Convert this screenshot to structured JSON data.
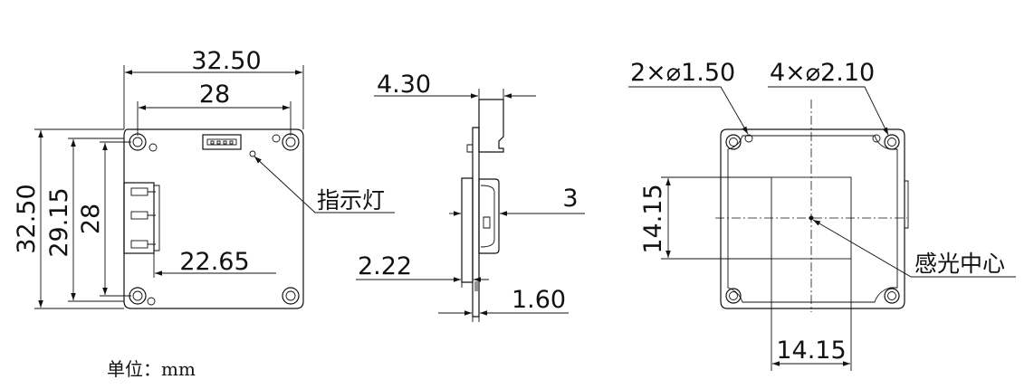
{
  "front_view": {
    "dim_width_outer": "32.50",
    "dim_width_holes": "28",
    "dim_height_outer": "32.50",
    "dim_height_mid": "29.15",
    "dim_height_holes": "28",
    "dim_offset": "22.65",
    "indicator_label": "指示灯"
  },
  "side_view": {
    "dim_top": "4.30",
    "dim_right": "3",
    "dim_left": "2.22",
    "dim_bottom": "1.60"
  },
  "back_view": {
    "hole_small_label": "2×⌀1.50",
    "hole_large_label": "4×⌀2.10",
    "dim_sensor_height": "14.15",
    "dim_sensor_width": "14.15",
    "center_label": "感光中心"
  },
  "units_label": "单位：mm"
}
